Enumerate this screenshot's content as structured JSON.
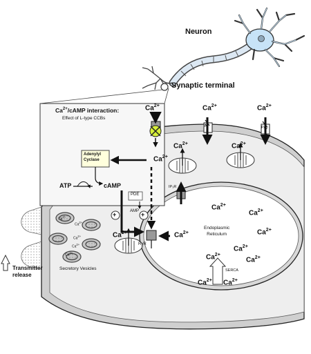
{
  "neuron": {
    "title": "Neuron",
    "terminal": "Synaptic terminal"
  },
  "inset": {
    "title_pre": "Ca",
    "title_sup": "2+",
    "title_post": "/cAMP interaction:",
    "subtitle": "Effect of L-type CCBs",
    "adenylyl_line1": "Adenylyl",
    "adenylyl_line2": "Cyclase",
    "atp": "ATP",
    "camp": "cAMP",
    "pde": "PDE",
    "amp": "AMP"
  },
  "ion": {
    "base": "Ca",
    "charge": "2+"
  },
  "channels": {
    "n_type": "N",
    "p_type": "P/Q",
    "ip3r": "IP₃R",
    "ryr": "RyR",
    "serca": "SERCA",
    "l_type": "L"
  },
  "er": {
    "line1": "Endoplasmic",
    "line2": "Reticulum"
  },
  "vesicles": {
    "label": "Secretory Vesicles"
  },
  "release": {
    "line1": "Transmitter",
    "line2": "release"
  },
  "signs": {
    "plus": "+"
  },
  "colors": {
    "membrane": "#cfcfcf",
    "cytosol": "#eeeeee",
    "er_fill": "#ffffff",
    "pink_band": "#f3c7e6",
    "inset_fill": "#f7f7f7",
    "blocker": "#d7ef3a",
    "dendrite": "#c7e3f7"
  }
}
